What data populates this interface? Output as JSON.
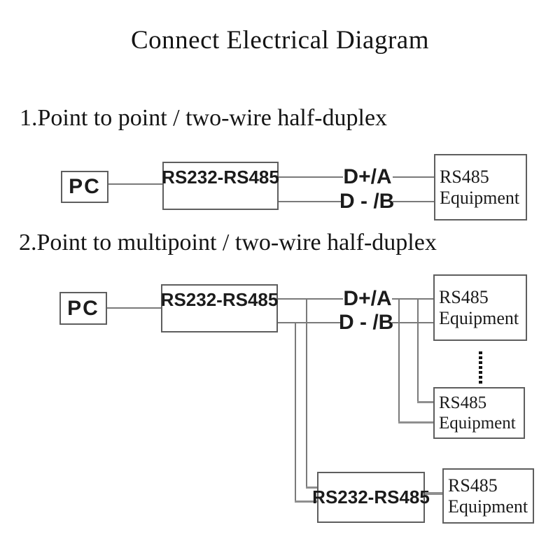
{
  "title": "Connect Electrical Diagram",
  "colors": {
    "background": "#ffffff",
    "text": "#1b1b1b",
    "heading": "#141414",
    "border": "#5e5e5e",
    "wire": "#7a7a7a",
    "wire-thick": "#8f8f8f",
    "dots": "#151515"
  },
  "section1": {
    "heading": "1.Point to point / two-wire half-duplex",
    "pc": "PC",
    "converter": "RS232-RS485",
    "wire_a_label": "D+/A",
    "wire_b_label": "D - /B",
    "equipment": {
      "line1": "RS485",
      "line2": "Equipment"
    }
  },
  "section2": {
    "heading": "2.Point to multipoint / two-wire half-duplex",
    "pc": "PC",
    "converter1": "RS232-RS485",
    "wire_a_label": "D+/A",
    "wire_b_label": "D - /B",
    "equipment_top": {
      "line1": "RS485",
      "line2": "Equipment"
    },
    "equipment_mid": {
      "line1": "RS485",
      "line2": "Equipment"
    },
    "converter2": "RS232-RS485",
    "equipment_bottom": {
      "line1": "RS485",
      "line2": "Equipment"
    }
  }
}
